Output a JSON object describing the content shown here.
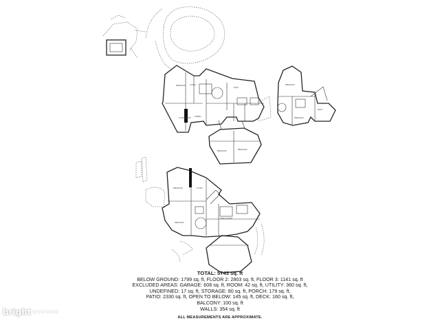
{
  "summary": {
    "total": "TOTAL: 5743 sq. ft",
    "line1": "BELOW GROUND: 1799 sq. ft, FLOOR 2: 2803 sq. ft, FLOOR 3: 1141 sq. ft",
    "line2": "EXCLUDED AREAS: GARAGE: 608 sq. ft, ROOM: 42 sq. ft, UTILITY: 360 sq. ft,",
    "line3": "UNDEFINED: 17 sq. ft, STORAGE: 80 sq. ft, PORCH: 179 sq. ft,",
    "line4": "PATIO: 2330 sq. ft, OPEN TO BELOW: 145 sq. ft, DECK: 160 sq. ft,",
    "line5": "BALCONY: 100 sq. ft",
    "line6": "WALLS: 354 sq. ft",
    "note": "ALL MEASUREMENTS ARE APPROXIMATE."
  },
  "watermark": {
    "brand": "bright",
    "dots": "■ ■ ■ ■ ■ ■"
  }
}
